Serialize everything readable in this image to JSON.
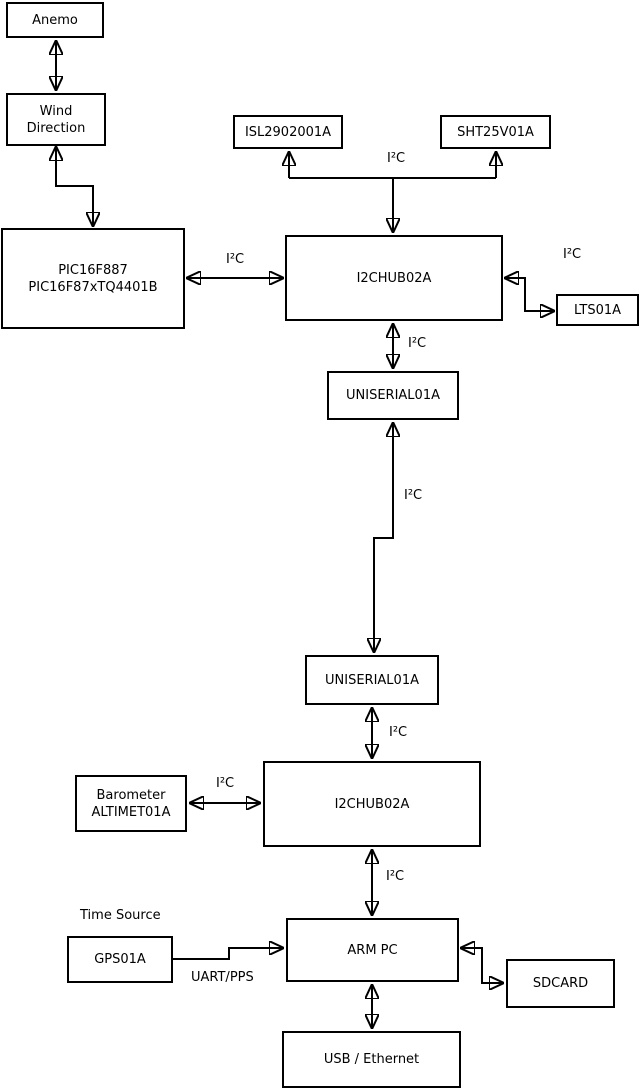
{
  "nodes": {
    "anemo": {
      "label": "Anemo"
    },
    "wind_direction": {
      "label": "Wind\nDirection"
    },
    "pic": {
      "label": "PIC16F887\nPIC16F87xTQ4401B"
    },
    "isl2902001a": {
      "label": "ISL2902001A"
    },
    "sht25v01a": {
      "label": "SHT25V01A"
    },
    "i2chub_top": {
      "label": "I2CHUB02A"
    },
    "lts01a": {
      "label": "LTS01A"
    },
    "uniserial_top": {
      "label": "UNISERIAL01A"
    },
    "uniserial_bottom": {
      "label": "UNISERIAL01A"
    },
    "i2chub_bottom": {
      "label": "I2CHUB02A"
    },
    "barometer": {
      "label": "Barometer\nALTIMET01A"
    },
    "gps01a": {
      "label": "GPS01A"
    },
    "arm_pc": {
      "label": "ARM PC"
    },
    "sdcard": {
      "label": "SDCARD"
    },
    "usb_ethernet": {
      "label": "USB / Ethernet"
    }
  },
  "edge_labels": {
    "i2c": "I²C",
    "uart_pps": "UART/PPS",
    "time_source": "Time Source"
  },
  "colors": {
    "background": "#ffffff",
    "line": "#000000",
    "text": "#000000"
  },
  "edges": [
    {
      "from": "Anemo",
      "to": "Wind Direction",
      "arrows": "both"
    },
    {
      "from": "Wind Direction",
      "to": "PIC16F887 PIC16F87xTQ4401B",
      "arrows": "both"
    },
    {
      "from": "PIC16F887 PIC16F87xTQ4401B",
      "to": "I2CHUB02A (top)",
      "label": "I²C",
      "arrows": "both"
    },
    {
      "from": "I2CHUB02A (top)",
      "to": "ISL2902001A",
      "label": "I²C",
      "arrows": "both"
    },
    {
      "from": "I2CHUB02A (top)",
      "to": "SHT25V01A",
      "label": "I²C",
      "arrows": "both"
    },
    {
      "from": "I2CHUB02A (top)",
      "to": "LTS01A",
      "label": "I²C",
      "arrows": "both"
    },
    {
      "from": "I2CHUB02A (top)",
      "to": "UNISERIAL01A (top)",
      "label": "I²C",
      "arrows": "both"
    },
    {
      "from": "UNISERIAL01A (top)",
      "to": "UNISERIAL01A (bottom)",
      "label": "I²C",
      "arrows": "both"
    },
    {
      "from": "UNISERIAL01A (bottom)",
      "to": "I2CHUB02A (bottom)",
      "label": "I²C",
      "arrows": "both"
    },
    {
      "from": "I2CHUB02A (bottom)",
      "to": "Barometer ALTIMET01A",
      "label": "I²C",
      "arrows": "both"
    },
    {
      "from": "I2CHUB02A (bottom)",
      "to": "ARM PC",
      "label": "I²C",
      "arrows": "both"
    },
    {
      "from": "GPS01A",
      "to": "ARM PC",
      "label": "UART/PPS",
      "arrows": "end"
    },
    {
      "from": "ARM PC",
      "to": "SDCARD",
      "arrows": "both"
    },
    {
      "from": "ARM PC",
      "to": "USB / Ethernet",
      "arrows": "both"
    }
  ]
}
